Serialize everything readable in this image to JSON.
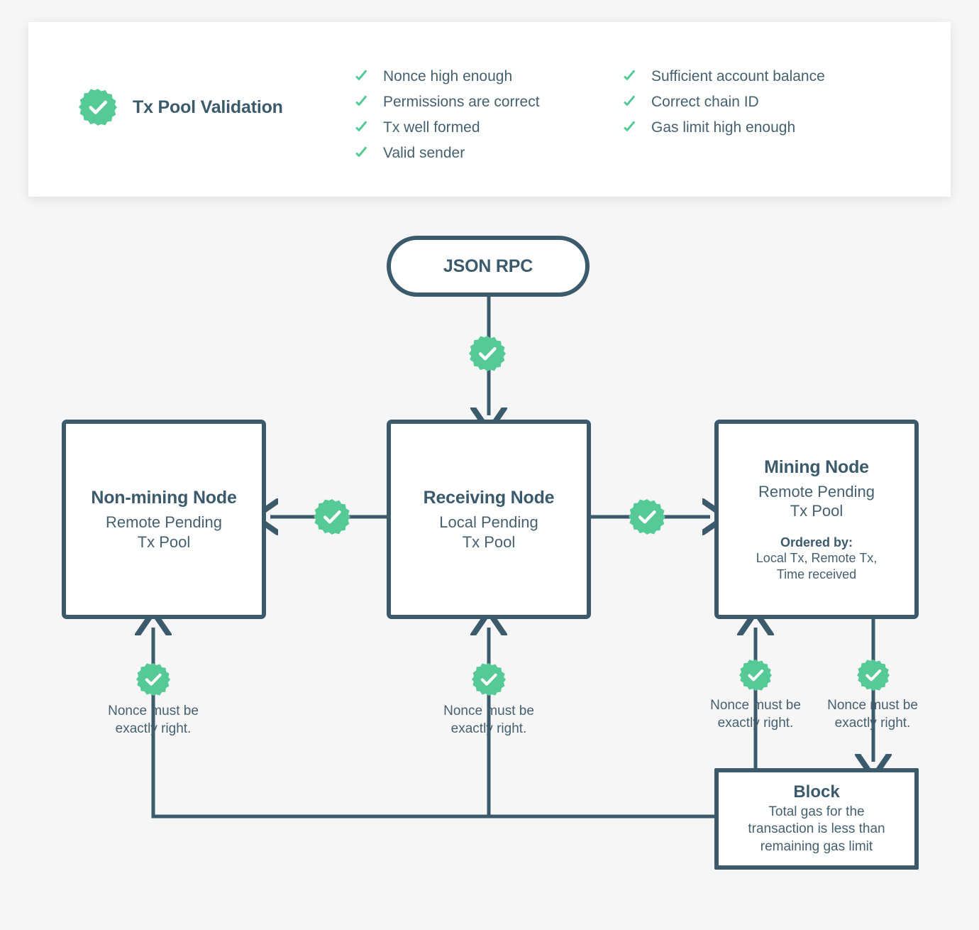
{
  "colors": {
    "background": "#f6f6f6",
    "card": "#ffffff",
    "ink": "#3b5a6b",
    "ink_soft": "#46606f",
    "accent_green": "#55c996"
  },
  "validation_card": {
    "title": "Tx Pool Validation",
    "badge_icon": "check-seal-icon",
    "columns": [
      {
        "items": [
          "Nonce high enough",
          "Permissions are correct",
          "Tx well formed",
          "Valid sender"
        ]
      },
      {
        "items": [
          "Sufficient account balance",
          "Correct chain ID",
          "Gas limit high enough"
        ]
      }
    ]
  },
  "nodes": {
    "json_rpc": {
      "title": "JSON RPC"
    },
    "non_mining": {
      "title": "Non-mining Node",
      "subtitle_line1": "Remote Pending",
      "subtitle_line2": "Tx Pool"
    },
    "receiving": {
      "title": "Receiving Node",
      "subtitle_line1": "Local Pending",
      "subtitle_line2": "Tx Pool"
    },
    "mining": {
      "title": "Mining Node",
      "subtitle_line1": "Remote Pending",
      "subtitle_line2": "Tx Pool",
      "ordered_label": "Ordered by:",
      "ordered_line1": "Local Tx, Remote Tx,",
      "ordered_line2": "Time received"
    },
    "block": {
      "title": "Block",
      "subtitle_line1": "Total gas for the",
      "subtitle_line2": "transaction is less than",
      "subtitle_line3": "remaining gas limit"
    }
  },
  "captions": {
    "nonce_line1": "Nonce must be",
    "nonce_line2": "exactly right.",
    "instances": [
      "nonce-caption-non-mining",
      "nonce-caption-receiving",
      "nonce-caption-mining-left",
      "nonce-caption-mining-right"
    ]
  },
  "edges": [
    {
      "name": "jsonrpc-to-receiving",
      "badge": "check-seal-icon"
    },
    {
      "name": "receiving-to-non-mining",
      "badge": "check-seal-icon"
    },
    {
      "name": "receiving-to-mining",
      "badge": "check-seal-icon"
    },
    {
      "name": "block-to-non-mining",
      "badge": "check-seal-icon"
    },
    {
      "name": "block-to-receiving",
      "badge": "check-seal-icon"
    },
    {
      "name": "block-to-mining",
      "badge": "check-seal-icon"
    },
    {
      "name": "mining-to-block",
      "badge": "check-seal-icon"
    }
  ]
}
